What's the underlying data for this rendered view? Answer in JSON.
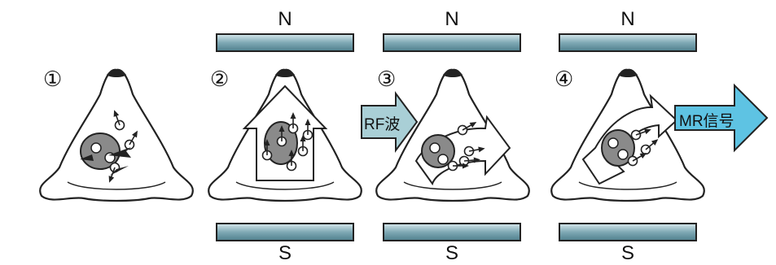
{
  "steps": [
    "①",
    "②",
    "③",
    "④"
  ],
  "poles": {
    "north": "N",
    "south": "S"
  },
  "arrows": {
    "rf": "RF波",
    "mr": "MR信号"
  },
  "colors": {
    "magnet_fill": "#7fa9b5",
    "magnet_light": "#c9dde2",
    "rf_arrow": "#a9cfd6",
    "mr_arrow": "#5ec3e3",
    "outline": "#222222",
    "body_fill": "#ffffff",
    "organ_fill": "#8a8a8a"
  },
  "icons": [
    "circled-number",
    "magnet-bar",
    "rf-arrow",
    "mr-signal-arrow",
    "proton-spin",
    "head-outline"
  ]
}
